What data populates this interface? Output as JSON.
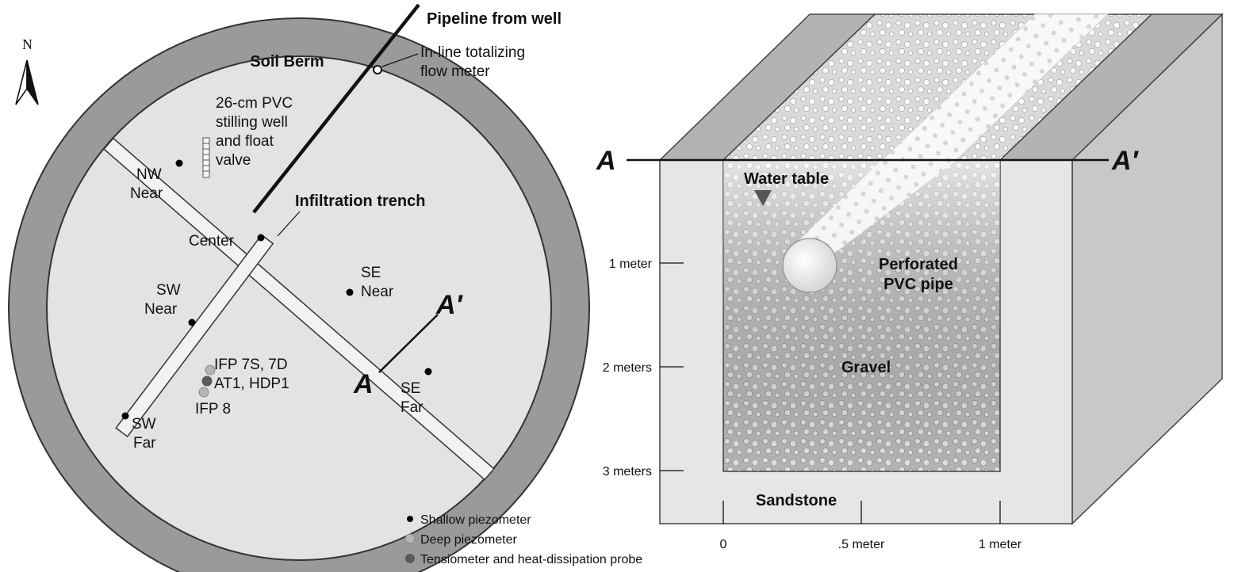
{
  "plan": {
    "north": "N",
    "berm": "Soil Berm",
    "pipeline": "Pipeline from well",
    "meter_l1": "In-line totalizing",
    "meter_l2": "flow meter",
    "well_l1": "26-cm PVC",
    "well_l2": "stilling well",
    "well_l3": "and float",
    "well_l4": "valve",
    "trench": "Infiltration trench",
    "center": "Center",
    "nw_l1": "NW",
    "nw_l2": "Near",
    "sw_near_l1": "SW",
    "sw_near_l2": "Near",
    "se_near_l1": "SE",
    "se_near_l2": "Near",
    "ifp7": "IFP 7S, 7D",
    "at1": "AT1, HDP1",
    "ifp8": "IFP 8",
    "sw_far_l1": "SW",
    "sw_far_l2": "Far",
    "se_far_l1": "SE",
    "se_far_l2": "Far",
    "section_a": "A",
    "section_a_prime": "A′"
  },
  "legend": {
    "shallow": "Shallow piezometer",
    "deep": "Deep piezometer",
    "tensio": "Tensiometer and heat-dissipation probe"
  },
  "section": {
    "a": "A",
    "a_prime": "A′",
    "water_table": "Water table",
    "pipe_l1": "Perforated",
    "pipe_l2": "PVC pipe",
    "gravel": "Gravel",
    "sandstone": "Sandstone",
    "depth_ticks": [
      "1 meter",
      "2 meters",
      "3 meters"
    ],
    "width_ticks": [
      "0",
      ".5 meter",
      "1 meter"
    ]
  },
  "colors": {
    "berm": "#9a9a9a",
    "interior": "#e3e3e3",
    "trench": "#f2f2f2",
    "shallow": "#000000",
    "deep": "#b5b5b5",
    "tensio": "#5a5a5a",
    "block_side": "#c8c8c8",
    "block_top": "#b3b3b3",
    "block_front": "#e6e6e6"
  }
}
